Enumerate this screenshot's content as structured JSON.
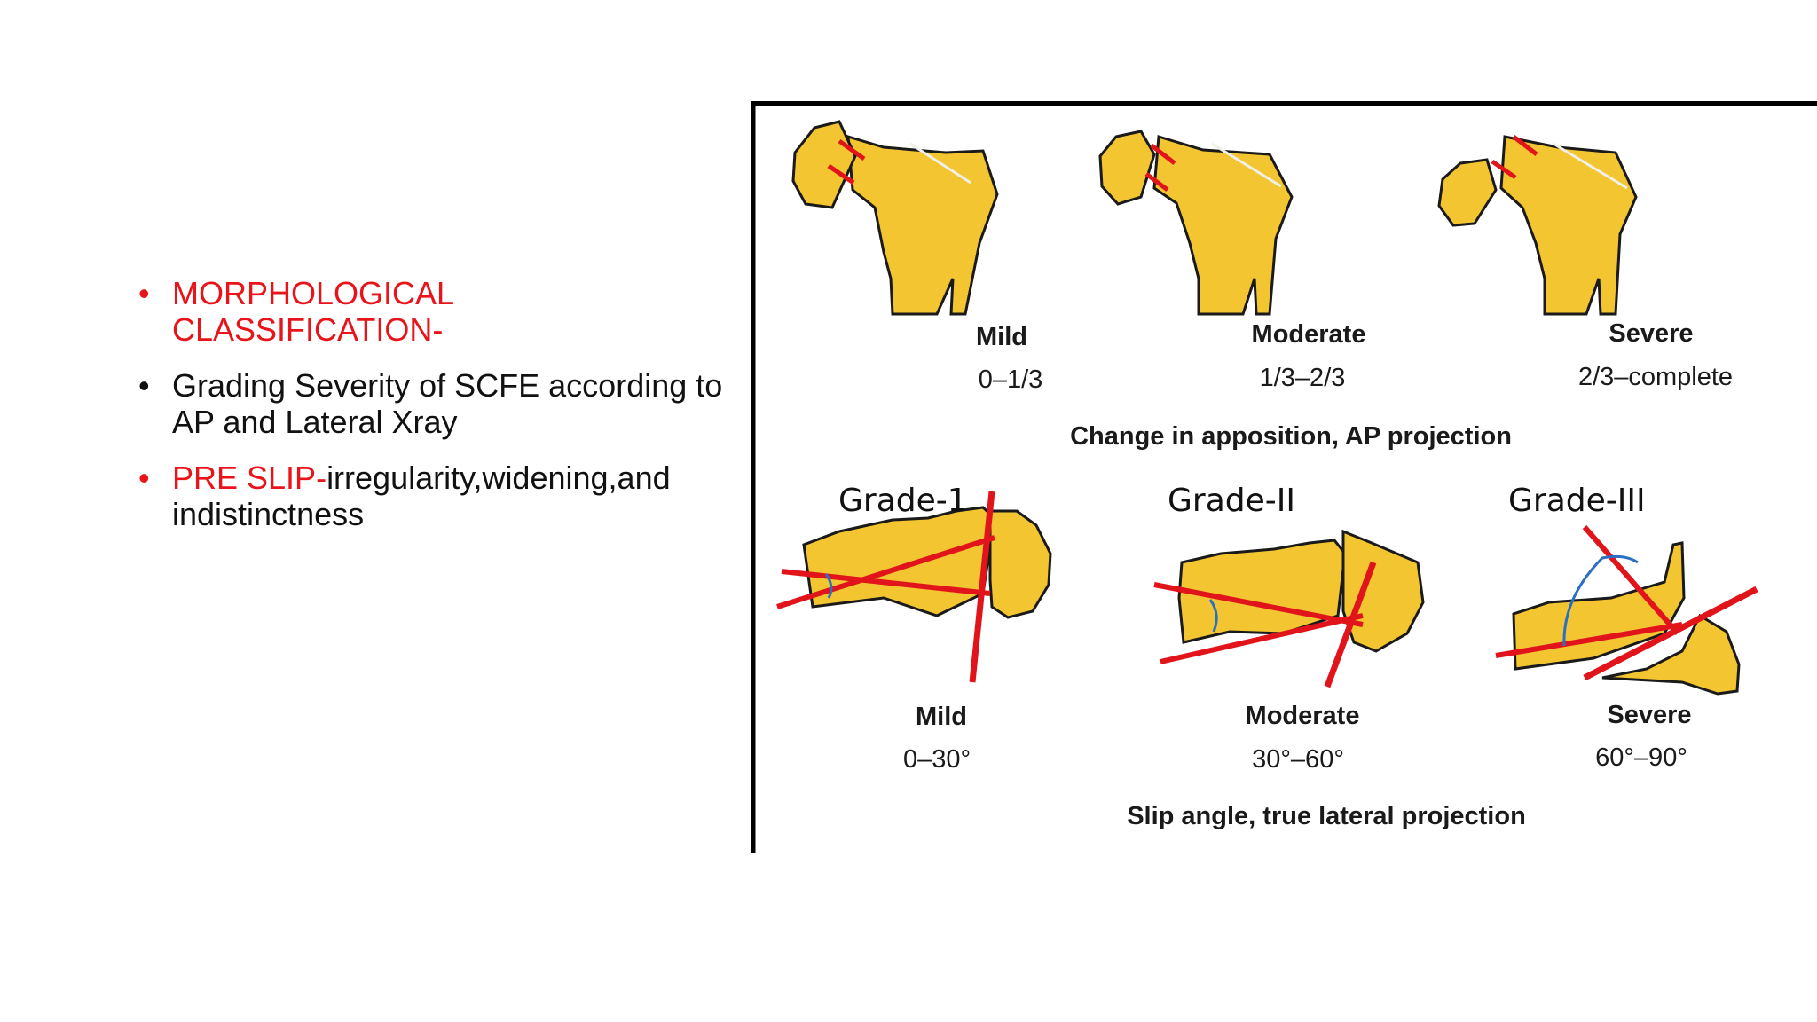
{
  "bullets": [
    {
      "red_text": "MORPHOLOGICAL CLASSIFICATION-",
      "text": ""
    },
    {
      "red_text": "",
      "text": "Grading Severity of SCFE according to AP and Lateral Xray"
    },
    {
      "red_text": "PRE SLIP-",
      "text": "irregularity,widening,and indistinctness"
    }
  ],
  "bullet_symbol": "•",
  "figure": {
    "ap": {
      "caption": "Change in apposition, AP projection",
      "items": [
        {
          "name": "Mild",
          "range": "0–1/3"
        },
        {
          "name": "Moderate",
          "range": "1/3–2/3"
        },
        {
          "name": "Severe",
          "range": "2/3–complete"
        }
      ]
    },
    "lateral": {
      "caption": "Slip angle, true lateral projection",
      "grades": [
        "Grade-1",
        "Grade-II",
        "Grade-III"
      ],
      "items": [
        {
          "name": "Mild",
          "range": "0–30°"
        },
        {
          "name": "Moderate",
          "range": "30°–60°"
        },
        {
          "name": "Severe",
          "range": "60°–90°"
        }
      ]
    }
  },
  "colors": {
    "bone": "#f2c531",
    "outline": "#1a1a1a",
    "slip_line": "#e1141b",
    "angle_arc": "#2b6fc4",
    "red_text": "#e8141a"
  }
}
